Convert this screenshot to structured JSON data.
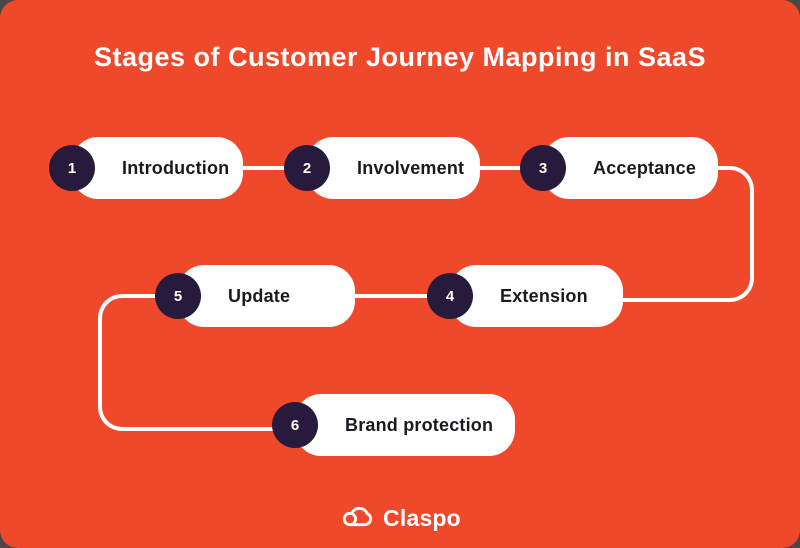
{
  "page": {
    "title": "Stages of Customer Journey Mapping in SaaS",
    "colors": {
      "background": "#F0482A",
      "outer_backdrop": "#4A4745",
      "pill": "#FFFFFF",
      "badge": "#281A3C",
      "pill_text": "#1A1A22",
      "connector": "#FFFFFF"
    }
  },
  "stages": [
    {
      "number": "1",
      "label": "Introduction"
    },
    {
      "number": "2",
      "label": "Involvement"
    },
    {
      "number": "3",
      "label": "Acceptance"
    },
    {
      "number": "4",
      "label": "Extension"
    },
    {
      "number": "5",
      "label": "Update"
    },
    {
      "number": "6",
      "label": "Brand protection"
    }
  ],
  "footer": {
    "brand": "Claspo",
    "logo_icon": "cloud-icon"
  }
}
